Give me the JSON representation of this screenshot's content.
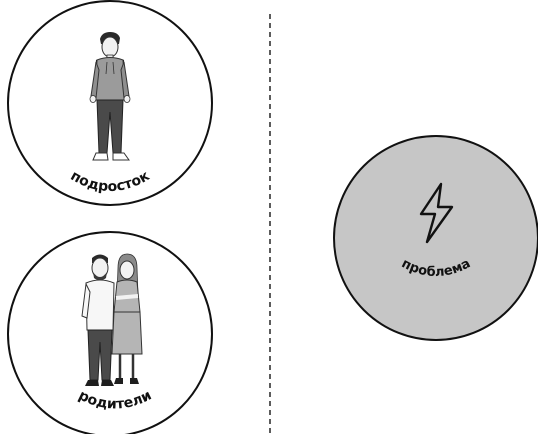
{
  "labels": {
    "teen": "подросток",
    "parents": "родители",
    "problem": "проблема"
  },
  "icons": {
    "problem": "lightning-bolt-icon",
    "teen": "teen-boy-figure",
    "parents": "parents-couple-figure"
  },
  "colors": {
    "circle_stroke": "#111111",
    "problem_fill": "#c6c6c6",
    "divider": "#333333"
  }
}
